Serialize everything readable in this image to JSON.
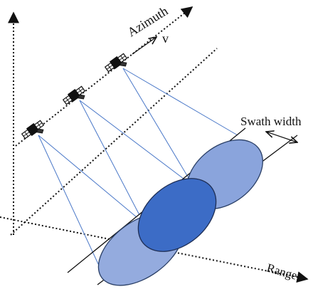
{
  "labels": {
    "azimuth": "Azimuth",
    "velocity": "v",
    "swath_width": "Swath width",
    "range": "Range"
  },
  "colors": {
    "axis": "#111111",
    "beam_line": "#4a78c8",
    "footprint_light": "#94abde",
    "footprint_mid": "#8aa4dc",
    "footprint_dark": "#3c6cc6",
    "footprint_stroke": "#2a3f66"
  },
  "satellites": [
    {
      "name": "satellite-1"
    },
    {
      "name": "satellite-2"
    },
    {
      "name": "satellite-3"
    }
  ]
}
